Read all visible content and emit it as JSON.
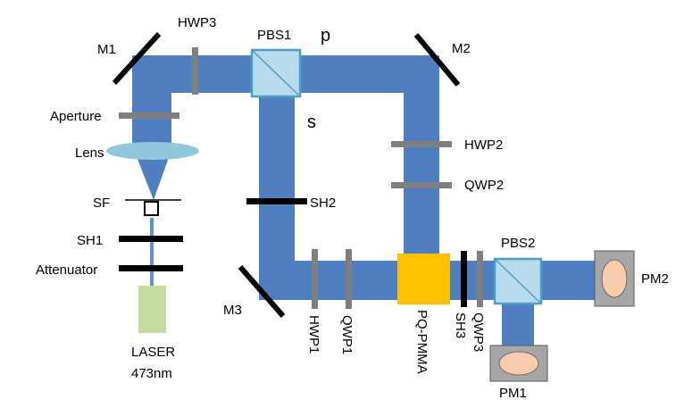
{
  "colors": {
    "beam": "#4f7fc1",
    "thin_beam": "#5a8fd6",
    "lens": "#8fc8dc",
    "cone": "#4f7fc1",
    "waveplate": "#7f7f7f",
    "shutter": "#000000",
    "mirror": "#000000",
    "pbs_fill": "#b8dcec",
    "pbs_edge": "#4aa0c8",
    "sample": "#ffc000",
    "laser": "#c5dba0",
    "power_meter_box": "#a6a6a6",
    "power_meter_sensor": "#f8cbad"
  },
  "labels": {
    "m1": "M1",
    "m2": "M2",
    "m3": "M3",
    "hwp3": "HWP3",
    "pbs1": "PBS1",
    "p": "p",
    "s": "s",
    "aperture": "Aperture",
    "lens": "Lens",
    "sf": "SF",
    "sh1": "SH1",
    "attenuator": "Attenuator",
    "laser_line1": "LASER",
    "laser_line2": "473nm",
    "sh2": "SH2",
    "hwp2": "HWP2",
    "qwp2": "QWP2",
    "hwp1": "HWP1",
    "qwp1": "QWP1",
    "sample": "PQ-PMMA",
    "sh3": "SH3",
    "qwp3": "QWP3",
    "pbs2": "PBS2",
    "pm1": "PM1",
    "pm2": "PM2"
  }
}
